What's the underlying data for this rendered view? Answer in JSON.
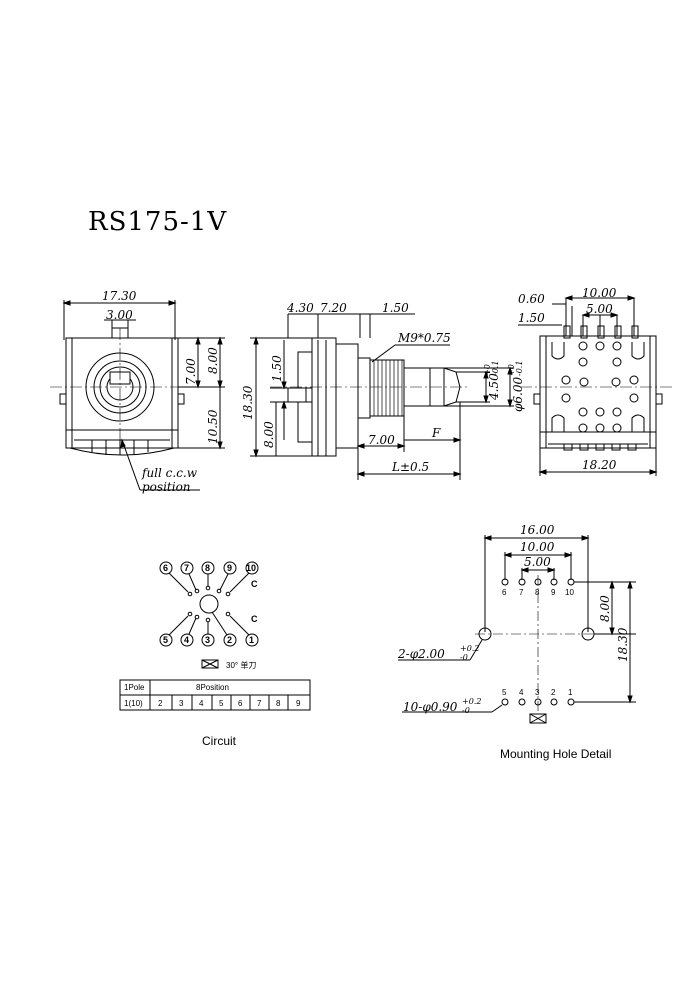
{
  "title": "RS175-1V",
  "front_view": {
    "width": "17.30",
    "shaft_width": "3.00",
    "dim_upper": "7.00",
    "dim_outer": "8.00",
    "dim_lower": "10.50",
    "note_line1": "full c.c.w",
    "note_line2": "position"
  },
  "side_view": {
    "dim_430": "4.30",
    "dim_720": "7.20",
    "dim_150_top": "1.50",
    "thread": "M9*0.75",
    "height": "18.30",
    "dim_150_side": "1.50",
    "dim_800": "8.00",
    "dim_700": "7.00",
    "dim_F": "F",
    "dim_L": "L±0.5",
    "dia_450": "4.50",
    "dia_450_tol_up": "+0",
    "dia_450_tol_dn": "-0.1",
    "dia_600": "φ6.00",
    "dia_600_tol_up": "+0",
    "dia_600_tol_dn": "-0.1"
  },
  "rear_view": {
    "dim_060": "0.60",
    "dim_1000": "10.00",
    "dim_500": "5.00",
    "dim_150": "1.50",
    "width": "18.20"
  },
  "circuit": {
    "caption": "Circuit",
    "top_pins": [
      "6",
      "7",
      "8",
      "9",
      "10"
    ],
    "bottom_pins": [
      "5",
      "4",
      "3",
      "2",
      "1"
    ],
    "common_label": "C",
    "angle_note": "30° 单刀",
    "table_pole": "1Pole",
    "table_pos": "8Position",
    "table_row": [
      "1(10)",
      "2",
      "3",
      "4",
      "5",
      "6",
      "7",
      "8",
      "9"
    ]
  },
  "mounting": {
    "caption": "Mounting Hole Detail",
    "dim_1600": "16.00",
    "dim_1000": "10.00",
    "dim_500": "5.00",
    "dim_800": "8.00",
    "dim_1830": "18.30",
    "hole_big": "2-φ2.00",
    "hole_big_tol_up": "+0.2",
    "hole_big_tol_dn": "-0",
    "hole_small": "10-φ0.90",
    "hole_small_tol_up": "+0.2",
    "hole_small_tol_dn": "-0",
    "top_pins": [
      "6",
      "7",
      "8",
      "9",
      "10"
    ],
    "bottom_pins": [
      "5",
      "4",
      "3",
      "2",
      "1"
    ]
  }
}
